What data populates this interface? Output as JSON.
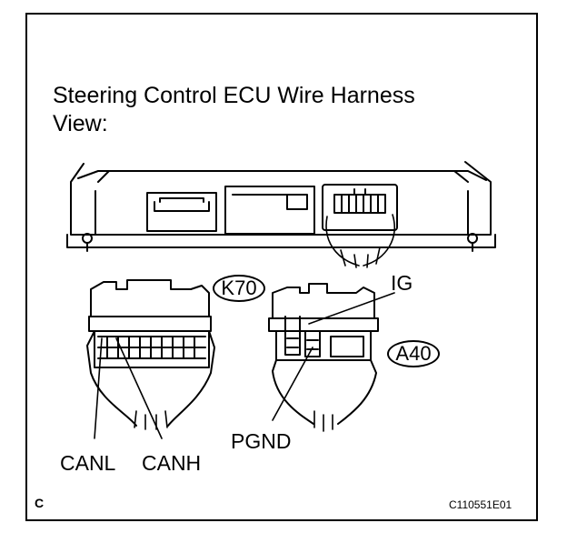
{
  "title_line1": "Steering Control ECU Wire Harness",
  "title_line2": "View:",
  "connectors": {
    "k70": "K70",
    "a40": "A40"
  },
  "pins": {
    "ig": "IG",
    "pgnd": "PGND",
    "canl": "CANL",
    "canh": "CANH"
  },
  "corner_label": "C",
  "figure_id": "C110551E01"
}
